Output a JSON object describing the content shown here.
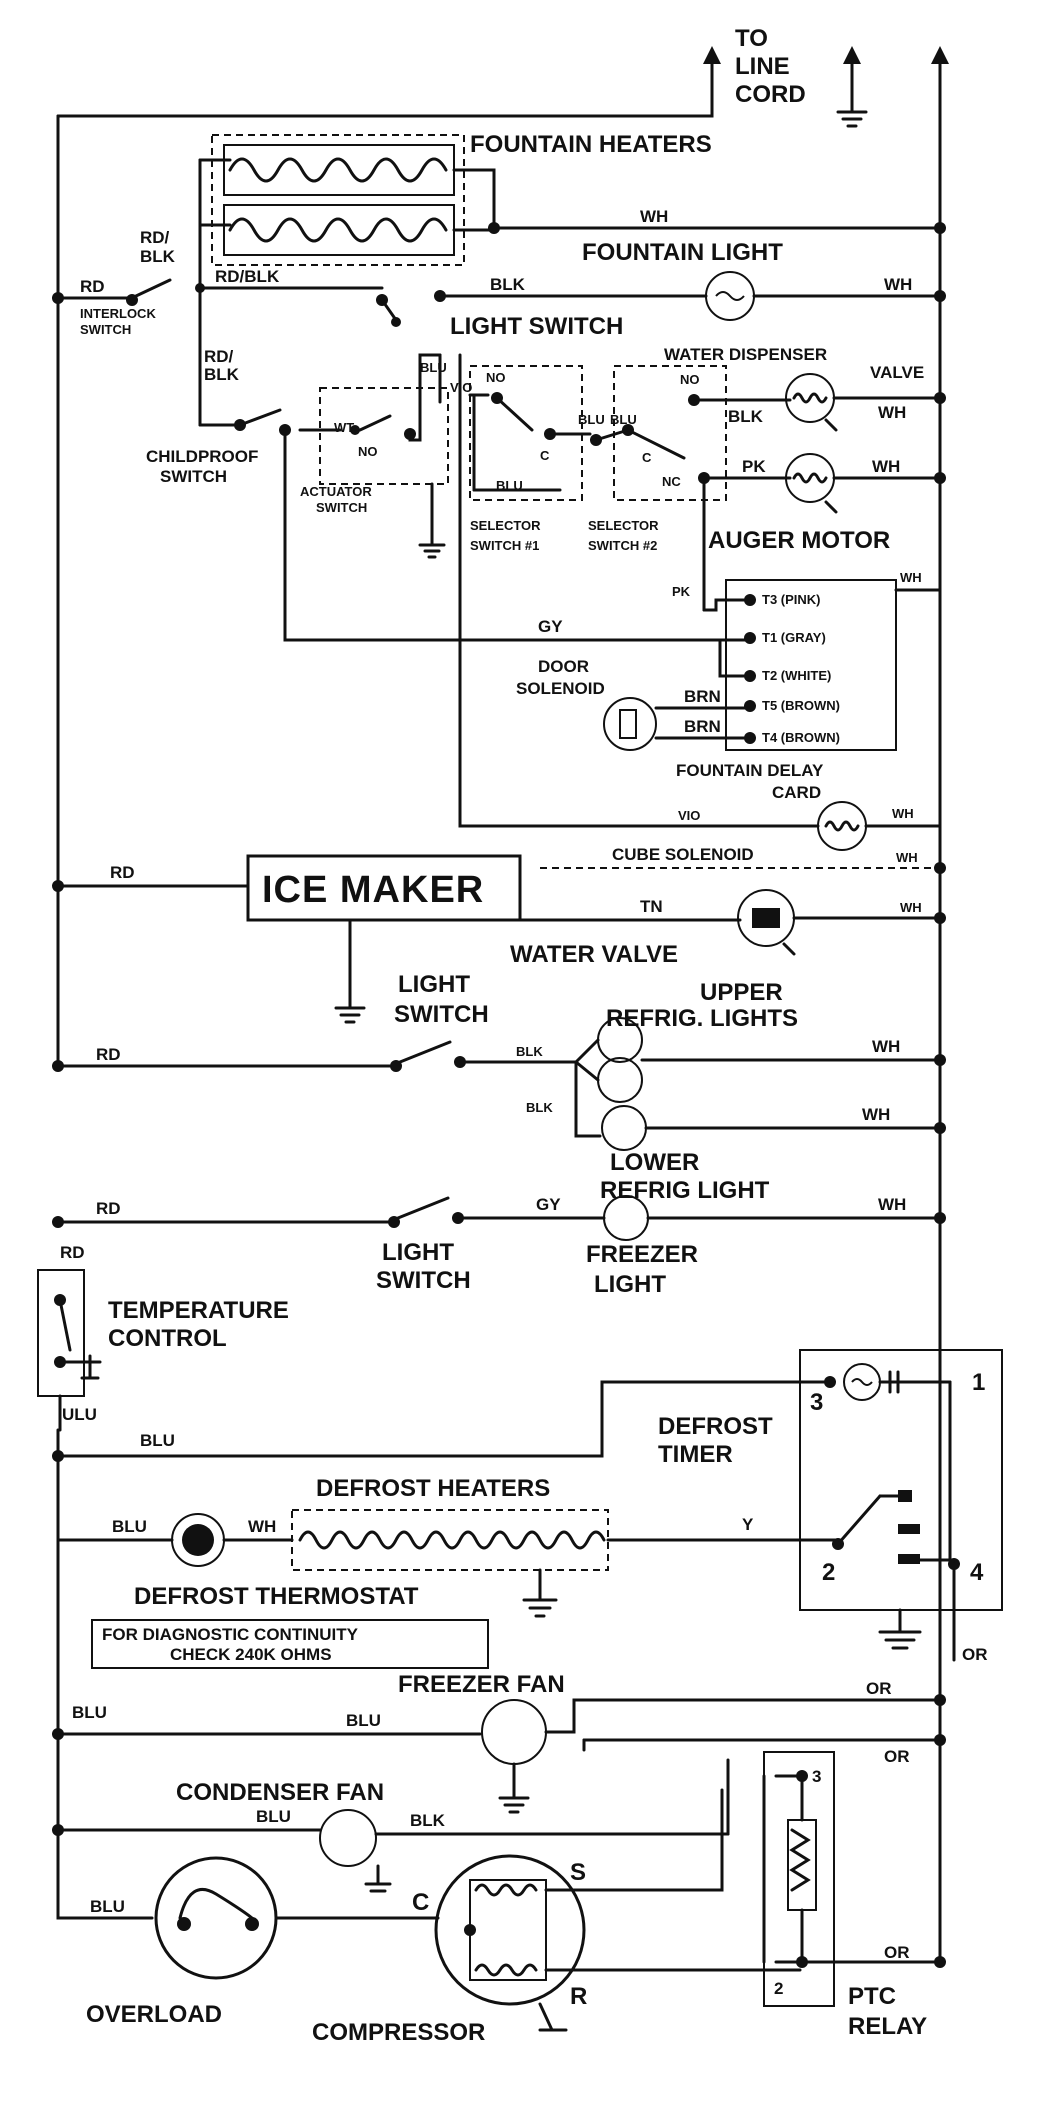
{
  "title_top": [
    "TO",
    "LINE",
    "CORD"
  ],
  "components": {
    "fountain_heaters": "FOUNTAIN HEATERS",
    "fountain_light": "FOUNTAIN LIGHT",
    "interlock_switch": [
      "INTERLOCK",
      "SWITCH"
    ],
    "light_switch_top": "LIGHT SWITCH",
    "water_dispenser_valve": [
      "WATER DISPENSER",
      "VALVE"
    ],
    "childproof_switch": [
      "CHILDPROOF",
      "SWITCH"
    ],
    "actuator_switch": [
      "ACTUATOR",
      "SWITCH"
    ],
    "selector_switch_1": [
      "SELECTOR",
      "SWITCH #1"
    ],
    "selector_switch_2": [
      "SELECTOR",
      "SWITCH #2"
    ],
    "auger_motor": "AUGER MOTOR",
    "door_solenoid": [
      "DOOR",
      "SOLENOID"
    ],
    "fountain_delay_card": [
      "FOUNTAIN DELAY",
      "CARD"
    ],
    "delay_terminals": [
      "T3 (PINK)",
      "T1 (GRAY)",
      "T2 (WHITE)",
      "T5 (BROWN)",
      "T4 (BROWN)"
    ],
    "cube_solenoid": "CUBE SOLENOID",
    "ice_maker": "ICE MAKER",
    "water_valve": "WATER VALVE",
    "light_switch_upper": [
      "LIGHT",
      "SWITCH"
    ],
    "upper_refrig_lights": [
      "UPPER",
      "REFRIG. LIGHTS"
    ],
    "lower_refrig_light": [
      "LOWER",
      "REFRIG LIGHT"
    ],
    "light_switch_freezer": [
      "LIGHT",
      "SWITCH"
    ],
    "freezer_light": [
      "FREEZER",
      "LIGHT"
    ],
    "temperature_control": [
      "TEMPERATURE",
      "CONTROL"
    ],
    "defrost_timer": [
      "DEFROST",
      "TIMER"
    ],
    "defrost_heaters": "DEFROST HEATERS",
    "defrost_thermostat": "DEFROST THERMOSTAT",
    "diagnostic_note": [
      "FOR DIAGNOSTIC CONTINUITY",
      "CHECK 240K OHMS"
    ],
    "freezer_fan": "FREEZER FAN",
    "condenser_fan": "CONDENSER FAN",
    "overload": "OVERLOAD",
    "compressor": "COMPRESSOR",
    "ptc_relay": [
      "PTC",
      "RELAY"
    ]
  },
  "wire_colors": {
    "wh": "WH",
    "rd": "RD",
    "rd_blk": "RD/BLK",
    "rd_blk_stack": [
      "RD/",
      "BLK"
    ],
    "blk": "BLK",
    "blu": "BLU",
    "vio": "VIO",
    "gy": "GY",
    "pk": "PK",
    "brn": "BRN",
    "tn": "TN",
    "y": "Y",
    "or": "OR",
    "ulu": "ULU"
  },
  "switch_contacts": {
    "no": "NO",
    "nc": "NC",
    "c": "C",
    "wt": "WT"
  },
  "terminal_numbers": {
    "t1": "1",
    "t2": "2",
    "t3": "3",
    "t4": "4"
  }
}
